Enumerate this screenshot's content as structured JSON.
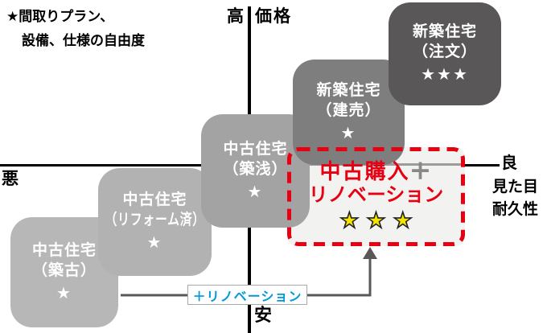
{
  "note": {
    "line1": "★間取りプラン、",
    "line2": "設備、仕様の自由度"
  },
  "axes": {
    "price_label": "価格",
    "high": "高",
    "low": "安",
    "bad": "悪",
    "good": "良",
    "criteria1": "見た目",
    "criteria2": "耐久性"
  },
  "boxes": [
    {
      "title": "中古住宅",
      "subtitle": "（築古）",
      "stars": "★",
      "color": "#b7b7b8"
    },
    {
      "title": "中古住宅",
      "subtitle": "（リフォーム済）",
      "stars": "★",
      "color": "#b2b2b3"
    },
    {
      "title": "中古住宅",
      "subtitle": "（築浅）",
      "stars": "★",
      "color": "#a3a3a4"
    },
    {
      "title": "新築住宅",
      "subtitle": "（建売）",
      "stars": "★",
      "color": "#7e7e7f"
    },
    {
      "title": "新築住宅",
      "subtitle": "（注文）",
      "stars": "★★★",
      "color": "#595757"
    }
  ],
  "highlight": {
    "title": "中古購入",
    "plus": "＋",
    "subtitle": "リノベーション",
    "stars": "★★★",
    "border_color": "#e60012",
    "text_color": "#e60012",
    "star_color": "#f6e400",
    "fill_color": "#f2f2f1"
  },
  "renovation_label": {
    "text": "＋リノベーション",
    "color": "#0099d9"
  },
  "colors": {
    "axis": "#000000",
    "arrow": "#595757"
  }
}
